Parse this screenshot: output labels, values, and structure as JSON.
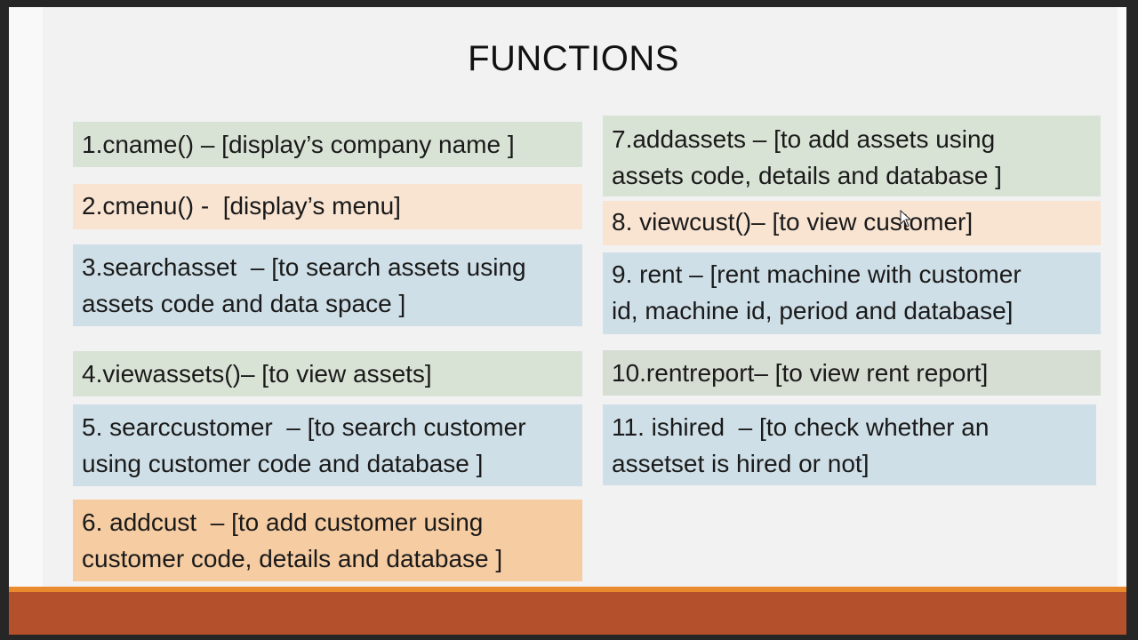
{
  "slide": {
    "title": "FUNCTIONS",
    "items": [
      {
        "text": "1.cname() – [display’s company name ]"
      },
      {
        "text": "2.cmenu() -  [display’s menu]"
      },
      {
        "text": "3.searchasset  – [to search assets using\nassets code and data space ]"
      },
      {
        "text": "4.viewassets()– [to view assets]"
      },
      {
        "text": "5. searccustomer  – [to search customer\nusing customer code and database ]"
      },
      {
        "text": "6. addcust  – [to add customer using\ncustomer code, details and database ]"
      },
      {
        "text": "7.addassets – [to add assets using\nassets code, details and database ]"
      },
      {
        "text": "8. viewcust()– [to view customer]"
      },
      {
        "text": "9. rent – [rent machine with customer\nid, machine id, period and database]"
      },
      {
        "text": "10.rentreport– [to view rent report]"
      },
      {
        "text": "11. ishired  – [to check whether an\nassetset is hired or not]"
      }
    ]
  },
  "colors": {
    "green": "#d9e3d5",
    "peach": "#f9e4d2",
    "blue": "#cfdfe7",
    "orange": "#f6cca2",
    "footer": "#b5502c",
    "footer_accent": "#e98a2f"
  },
  "icons": {
    "cursor": "mouse-pointer-icon"
  }
}
